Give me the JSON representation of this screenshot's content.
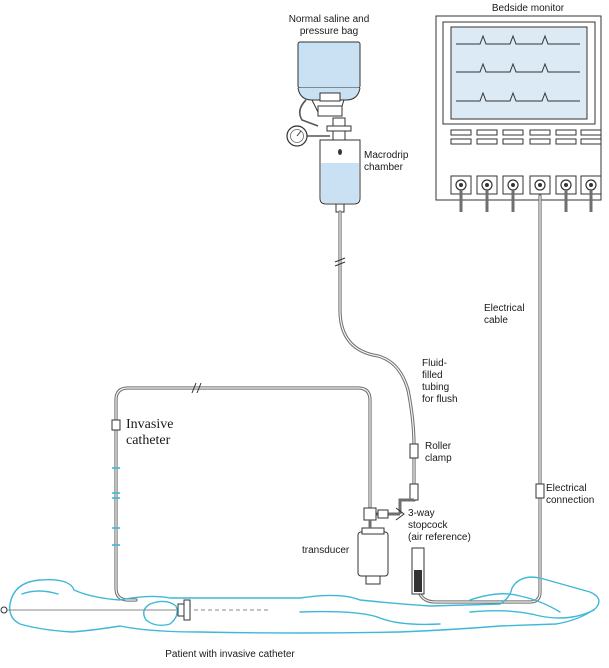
{
  "labels": {
    "saline_bag": [
      "Normal saline and",
      "pressure bag"
    ],
    "macrodrip": [
      "Macrodrip",
      "chamber"
    ],
    "monitor": "Bedside monitor",
    "electrical_cable": [
      "Electrical",
      "cable"
    ],
    "fluid_tubing": [
      "Fluid-",
      "filled",
      "tubing",
      "for flush"
    ],
    "roller_clamp": [
      "Roller",
      "clamp"
    ],
    "stopcock": [
      "3-way",
      "stopcock",
      "(air reference)"
    ],
    "transducer": "transducer",
    "electrical_connection": [
      "Electrical",
      "connection"
    ],
    "invasive_catheter": [
      "Invasive",
      "catheter"
    ],
    "patient": "Patient with invasive catheter"
  },
  "colors": {
    "patient_outline": "#3fb8d8",
    "tubing": "#6f6f6f",
    "screen": "#dbeaf4",
    "fluid": "#c9e1f2"
  }
}
